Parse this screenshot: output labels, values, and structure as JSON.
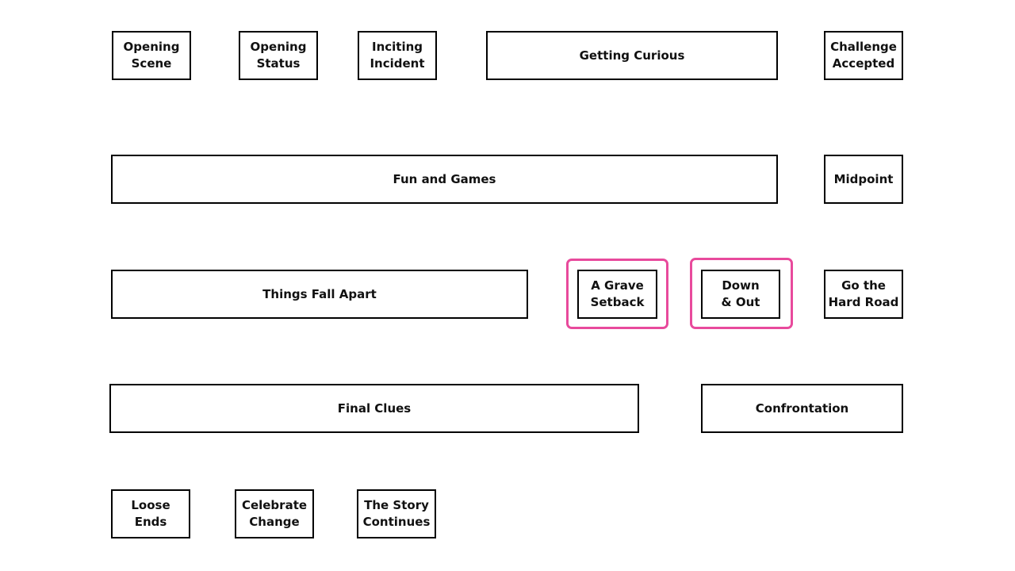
{
  "highlight_color": "#e84a9c",
  "beats": {
    "opening_scene": "Opening\nScene",
    "opening_status": "Opening\nStatus",
    "inciting_incident": "Inciting\nIncident",
    "getting_curious": "Getting Curious",
    "challenge_accepted": "Challenge\nAccepted",
    "fun_and_games": "Fun and Games",
    "midpoint": "Midpoint",
    "things_fall_apart": "Things Fall Apart",
    "a_grave_setback": "A Grave\nSetback",
    "down_and_out": "Down\n& Out",
    "go_the_hard_road": "Go the\nHard Road",
    "final_clues": "Final Clues",
    "confrontation": "Confrontation",
    "loose_ends": "Loose Ends",
    "celebrate_change": "Celebrate\nChange",
    "the_story_continues": "The Story\nContinues"
  }
}
